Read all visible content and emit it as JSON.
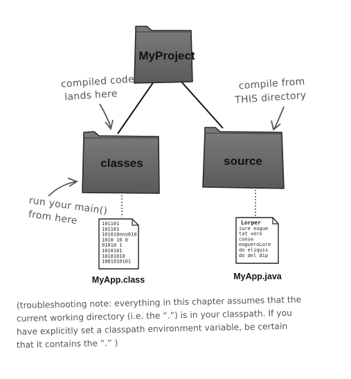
{
  "folders": {
    "project": "MyProject",
    "classes": "classes",
    "source": "source"
  },
  "annotations": {
    "compiled_code": [
      "compiled code",
      "lands here"
    ],
    "compile_from": [
      "compile from",
      "THIS directory"
    ],
    "run_main": [
      "run your main()",
      "from here"
    ]
  },
  "files": {
    "class_file": {
      "name": "MyApp.class",
      "lines": [
        "101101",
        "101101",
        "101010nno010",
        "1010 10 0",
        "01010  1",
        "1010101",
        "10101010",
        "1001010101"
      ]
    },
    "java_file": {
      "name": "MyApp.java",
      "lines": [
        "Lorper",
        "iure eugue",
        "tat vero",
        "conse",
        "eugueroLore",
        "do eliquis",
        "do del dip"
      ]
    }
  },
  "note": [
    "(troubleshooting note: everything in this chapter assumes that the",
    "current working directory (i.e. the “.”) is in your classpath. If you",
    "have explicitly set a classpath environment variable, be certain",
    "that it contains the “.” )"
  ],
  "colors": {
    "folder_fill": "#6b6b6b",
    "folder_border": "#2a2a2a",
    "handwriting": "#555555"
  }
}
